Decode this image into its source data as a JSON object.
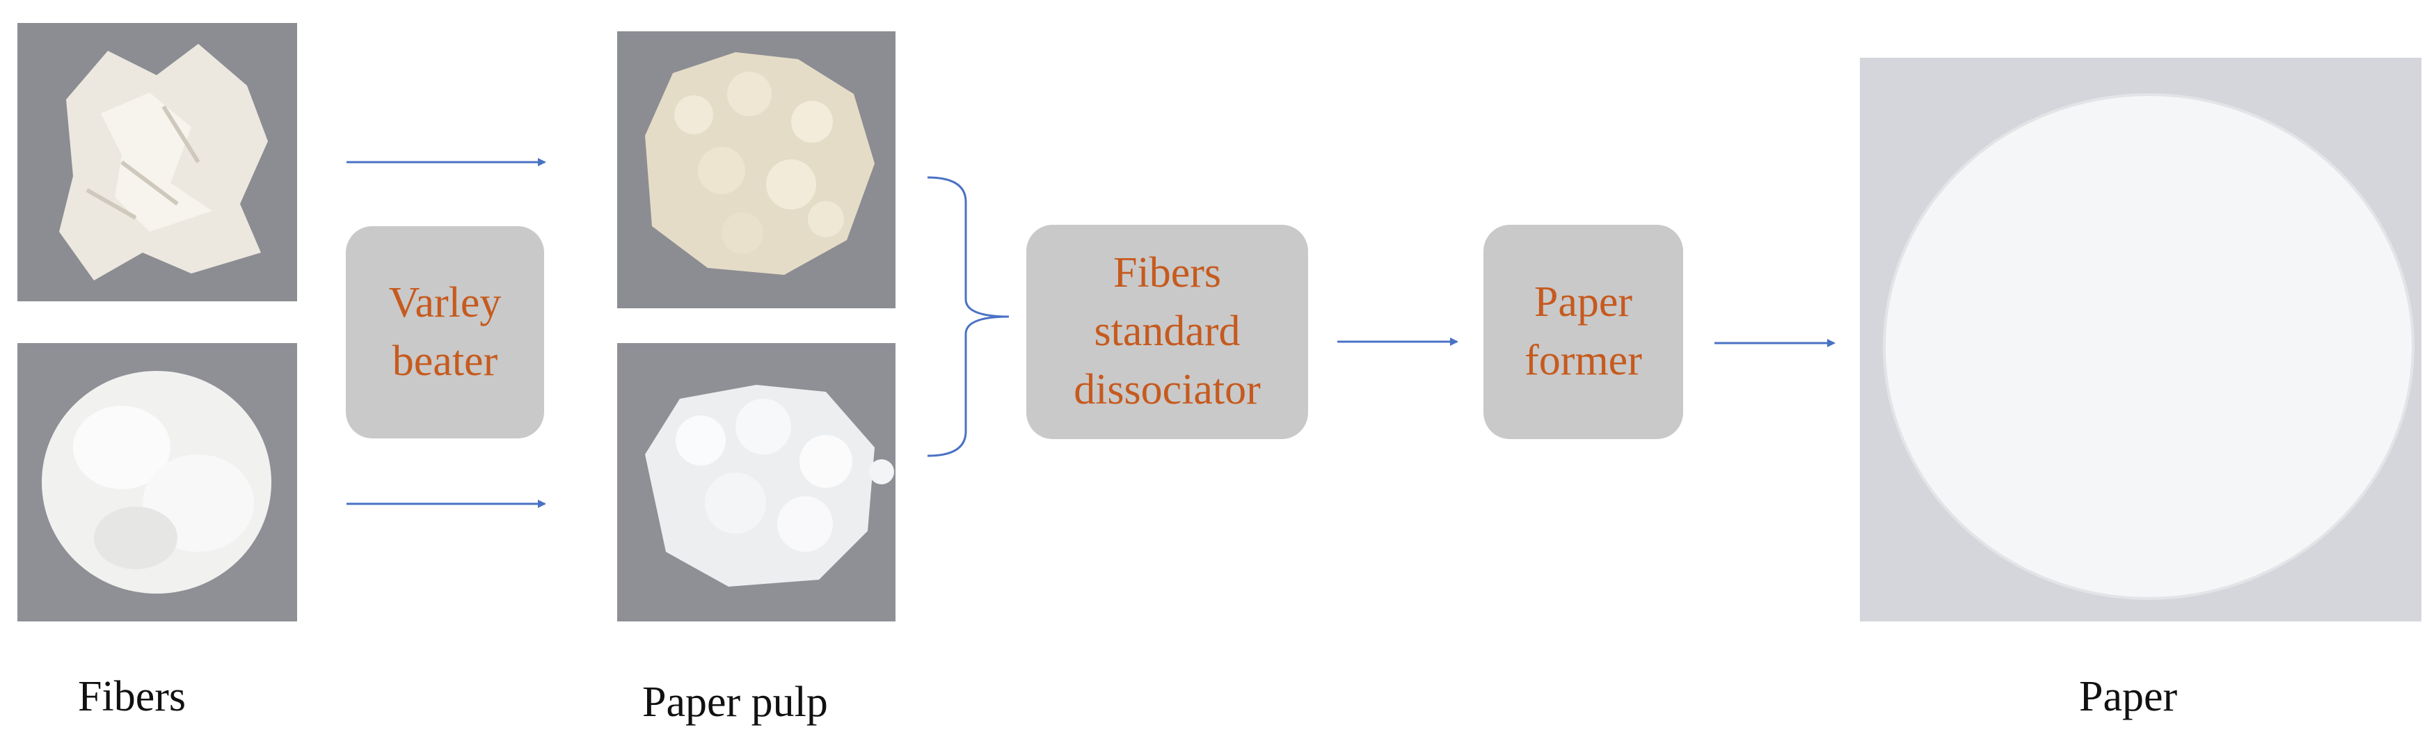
{
  "captions": {
    "fibers": "Fibers",
    "pulp": "Paper pulp",
    "paper": "Paper"
  },
  "steps": {
    "beater": [
      "Varley",
      "beater"
    ],
    "dissociator": [
      "Fibers",
      "standard",
      "dissociator"
    ],
    "former": [
      "Paper",
      "former"
    ]
  },
  "colors": {
    "box_fill": "#c9c9c9",
    "box_text": "#c65a1e",
    "arrow": "#4a72c4",
    "photo_bg": "#8c8d93"
  }
}
